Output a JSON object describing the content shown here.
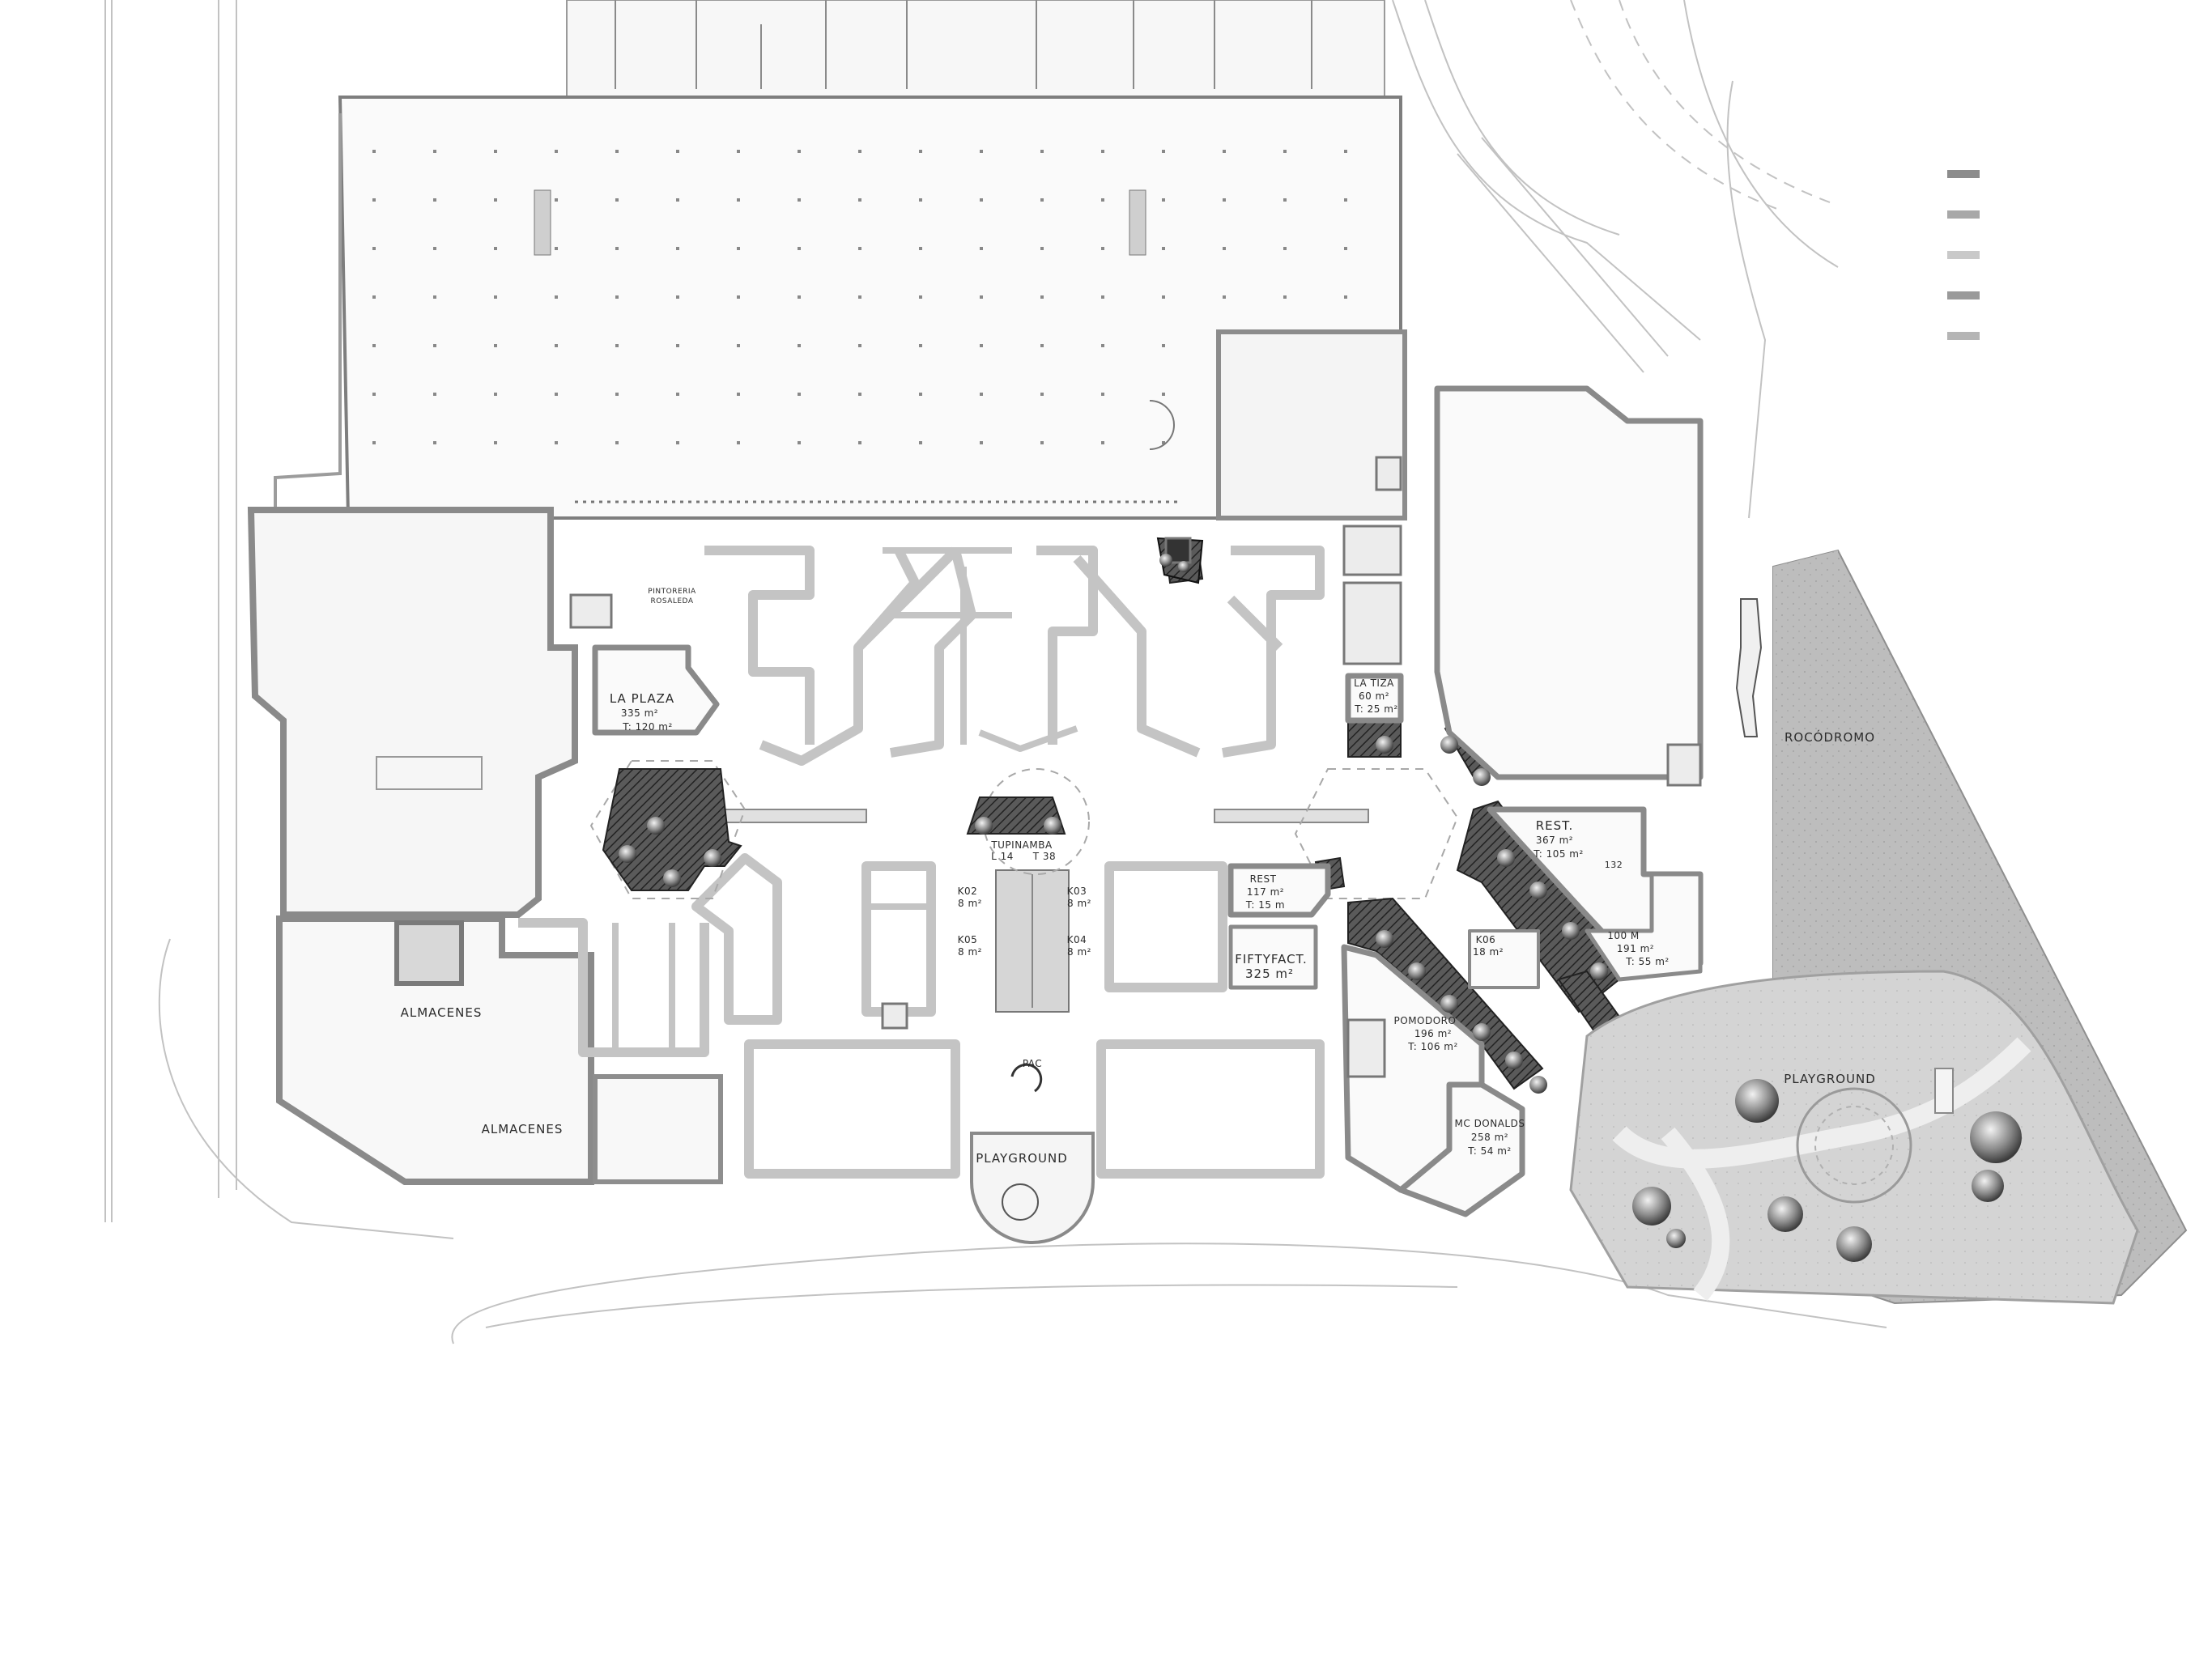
{
  "labels": {
    "la_plaza": [
      "LA PLAZA",
      "335 m²",
      "T: 120 m²"
    ],
    "la_tiza": [
      "LA TIZA",
      "60 m²",
      "T: 25 m²"
    ],
    "tupinamba": [
      "TUPINAMBA",
      "L 14",
      "T 38"
    ],
    "rest_117": [
      "REST",
      "117 m²",
      "T: 15 m"
    ],
    "fiftyfact": [
      "FIFTYFACT.",
      "325 m²"
    ],
    "rest_367": [
      "REST.",
      "367 m²",
      "T: 105 m²"
    ],
    "m100": [
      "100 M",
      "191 m²",
      "T: 55 m²"
    ],
    "pomodoro": [
      "POMODORO",
      "196 m²",
      "T: 106 m²"
    ],
    "mcdonalds": [
      "MC DONALDS",
      "258 m²",
      "T: 54 m²"
    ],
    "ko6": [
      "K06",
      "18 m²"
    ],
    "ko2": [
      "K02",
      "8 m²"
    ],
    "ko3": [
      "K03",
      "8 m²"
    ],
    "ko5": [
      "K05",
      "8 m²"
    ],
    "ko4": [
      "K04",
      "8 m²"
    ],
    "almacenes_1": "ALMACENES",
    "almacenes_2": "ALMACENES",
    "pac": "PAC",
    "playground_center": "PLAYGROUND",
    "playground_park": "PLAYGROUND",
    "rocodromo": "ROCÓDROMO",
    "pinturas": [
      "PINTORERIA",
      "ROSALEDA"
    ],
    "room_132": "132"
  },
  "legend": {
    "swatch_colors": [
      "#8c8c8c",
      "#a8a8a8",
      "#c9c9c9",
      "#9a9a9a",
      "#b5b5b5"
    ]
  },
  "colors": {
    "wall_dark": "#8a8a8a",
    "wall_light": "#c4c4c4",
    "hatch_dark": "#3a3a3a",
    "park_fill": "#b8b8b8",
    "line": "#9a9a9a"
  }
}
